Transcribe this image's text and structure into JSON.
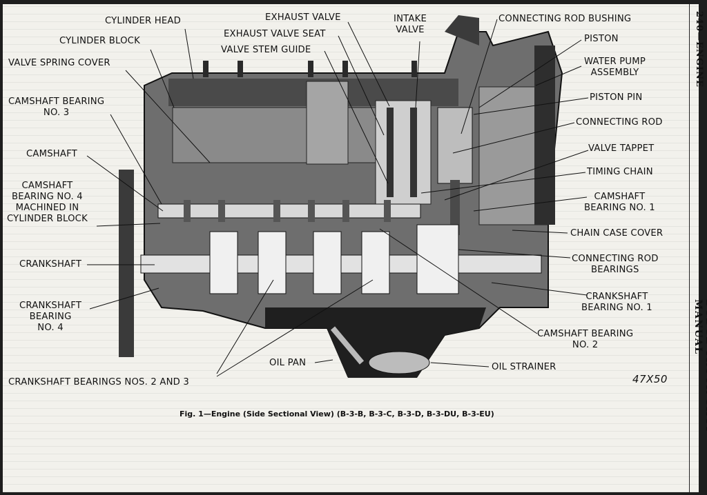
{
  "labels": {
    "cylinder_head": "CYLINDER HEAD",
    "cylinder_block": "CYLINDER BLOCK",
    "valve_spring_cover": "VALVE SPRING COVER",
    "camshaft_bearing_3": "CAMSHAFT BEARING\nNO. 3",
    "camshaft": "CAMSHAFT",
    "camshaft_bearing_4": "CAMSHAFT\nBEARING NO. 4\nMACHINED IN\nCYLINDER BLOCK",
    "crankshaft": "CRANKSHAFT",
    "crankshaft_bearing_4": "CRANKSHAFT\nBEARING\nNO. 4",
    "crankshaft_bearings_2_3": "CRANKSHAFT BEARINGS NOS. 2 AND 3",
    "exhaust_valve": "EXHAUST VALVE",
    "exhaust_valve_seat": "EXHAUST VALVE SEAT",
    "valve_stem_guide": "VALVE STEM GUIDE",
    "intake_valve": "INTAKE\nVALVE",
    "connecting_rod_bushing": "CONNECTING ROD BUSHING",
    "piston": "PISTON",
    "water_pump_assembly": "WATER PUMP\nASSEMBLY",
    "piston_pin": "PISTON PIN",
    "connecting_rod": "CONNECTING ROD",
    "valve_tappet": "VALVE TAPPET",
    "timing_chain": "TIMING CHAIN",
    "camshaft_bearing_1": "CAMSHAFT\nBEARING NO. 1",
    "chain_case_cover": "CHAIN CASE COVER",
    "connecting_rod_bearings": "CONNECTING ROD\nBEARINGS",
    "crankshaft_bearing_1": "CRANKSHAFT\nBEARING NO. 1",
    "camshaft_bearing_2": "CAMSHAFT BEARING\nNO. 2",
    "oil_pan": "OIL PAN",
    "oil_strainer": "OIL STRAINER"
  },
  "caption": "Fig. 1—Engine (Side Sectional View) (B-3-B, B-3-C, B-3-D, B-3-DU, B-3-EU)",
  "figure_code": "47X50",
  "sidebar": {
    "page_header": "240—ENGINE",
    "manual_title": "DODGE TRUCK SHOP MANUAL"
  }
}
